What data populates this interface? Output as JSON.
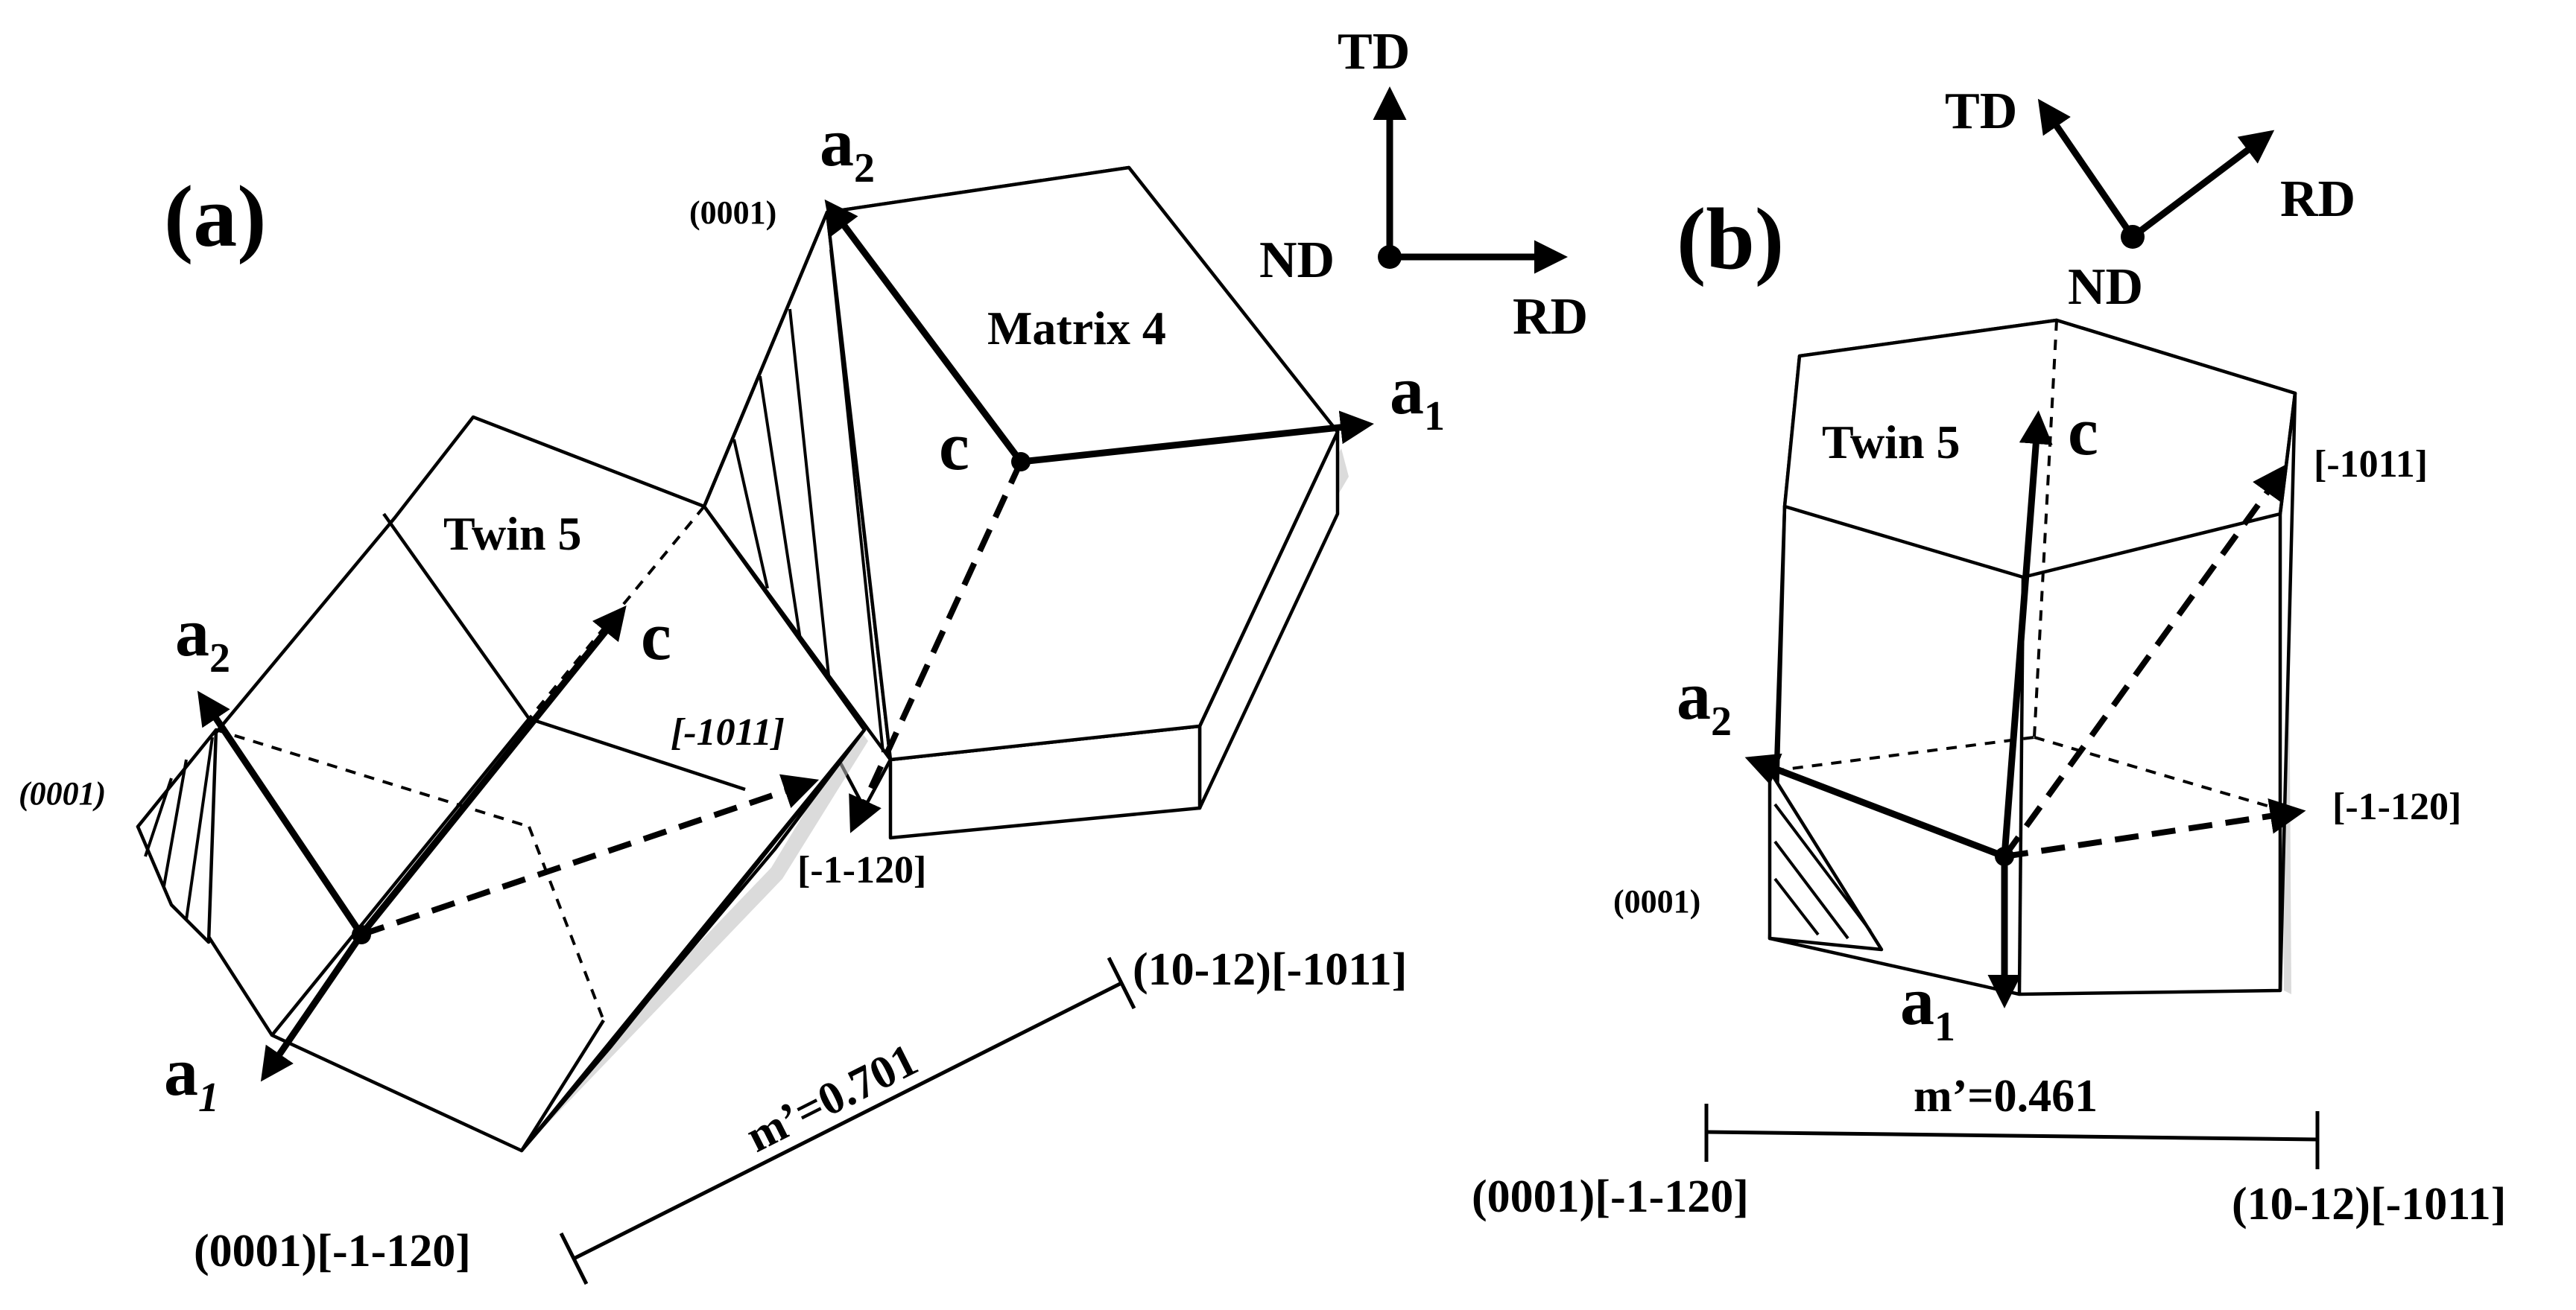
{
  "panel_a": {
    "label": "(a)",
    "matrix": {
      "title": "Matrix 4",
      "plane": "(0001)",
      "axis_a1": "a",
      "axis_a1_sub": "1",
      "axis_a2": "a",
      "axis_a2_sub": "2",
      "axis_c": "c",
      "dir_1": "[-1-120]"
    },
    "twin": {
      "title": "Twin 5",
      "plane": "(0001)",
      "axis_a1": "a",
      "axis_a1_sub": "1",
      "axis_a2": "a",
      "axis_a2_sub": "2",
      "axis_c": "c",
      "dir_1": "[-1011]"
    },
    "frame": {
      "td": "TD",
      "rd": "RD",
      "nd": "ND"
    },
    "bar": {
      "left_label": "(0001)[-1-120]",
      "right_label": "(10-12)[-1011]",
      "value_label": "m’=0.701",
      "m_prime": 0.701
    }
  },
  "panel_b": {
    "label": "(b)",
    "twin": {
      "title": "Twin 5",
      "plane": "(0001)",
      "axis_a1": "a",
      "axis_a1_sub": "1",
      "axis_a2": "a",
      "axis_a2_sub": "2",
      "axis_c": "c",
      "dir_1": "[-1011]",
      "dir_2": "[-1-120]"
    },
    "frame": {
      "td": "TD",
      "rd": "RD",
      "nd": "ND"
    },
    "bar": {
      "left_label": "(0001)[-1-120]",
      "right_label": "(10-12)[-1011]",
      "value_label": "m’=0.461",
      "m_prime": 0.461
    }
  }
}
